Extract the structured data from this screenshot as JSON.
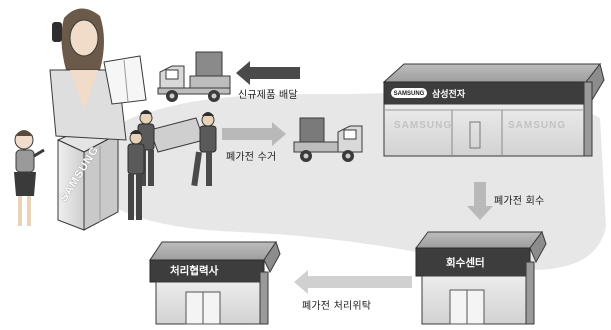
{
  "labels": {
    "new_delivery": "신규제품 배달",
    "disposal_collection": "폐가전 수거",
    "disposal_recovery": "폐가전 회수",
    "disposal_processing": "폐가전 처리위탁"
  },
  "buildings": {
    "hq_name": "삼성전자",
    "hq_logo": "SAMSUNG",
    "hq_window_brand": "SAMSUNG",
    "collection_center": "회수센터",
    "partner": "처리협력사"
  },
  "fridge_brand": "SAMSUNG",
  "colors": {
    "ground": "#e7e7e7",
    "building": "#d9d9d9",
    "building_shade": "#8c8c8c",
    "arrow_dark": "#4a4a4a",
    "arrow_light": "#b9b9b9",
    "outline": "#3a3a3a"
  }
}
